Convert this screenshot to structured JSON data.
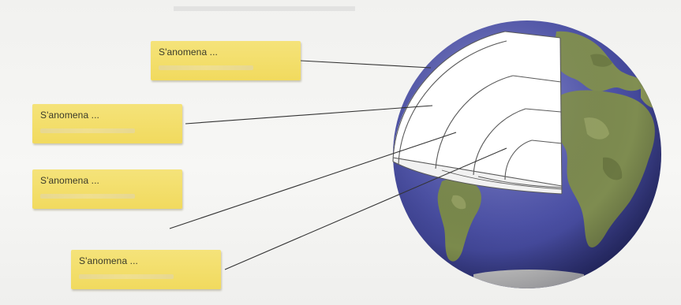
{
  "labels": [
    {
      "text": "S'anomena ..."
    },
    {
      "text": "S'anomena ..."
    },
    {
      "text": "S'anomena ..."
    },
    {
      "text": "S'anomena ..."
    }
  ],
  "colors": {
    "label_fill": "#f2dc62",
    "ocean": "#4a4fa0",
    "land": "#7b8a4e",
    "cutaway_fill": "#ffffff",
    "layer_lines": "#555555",
    "leader_lines": "#333333"
  },
  "icons": {
    "globe": "earth-cutaway-illustration"
  }
}
